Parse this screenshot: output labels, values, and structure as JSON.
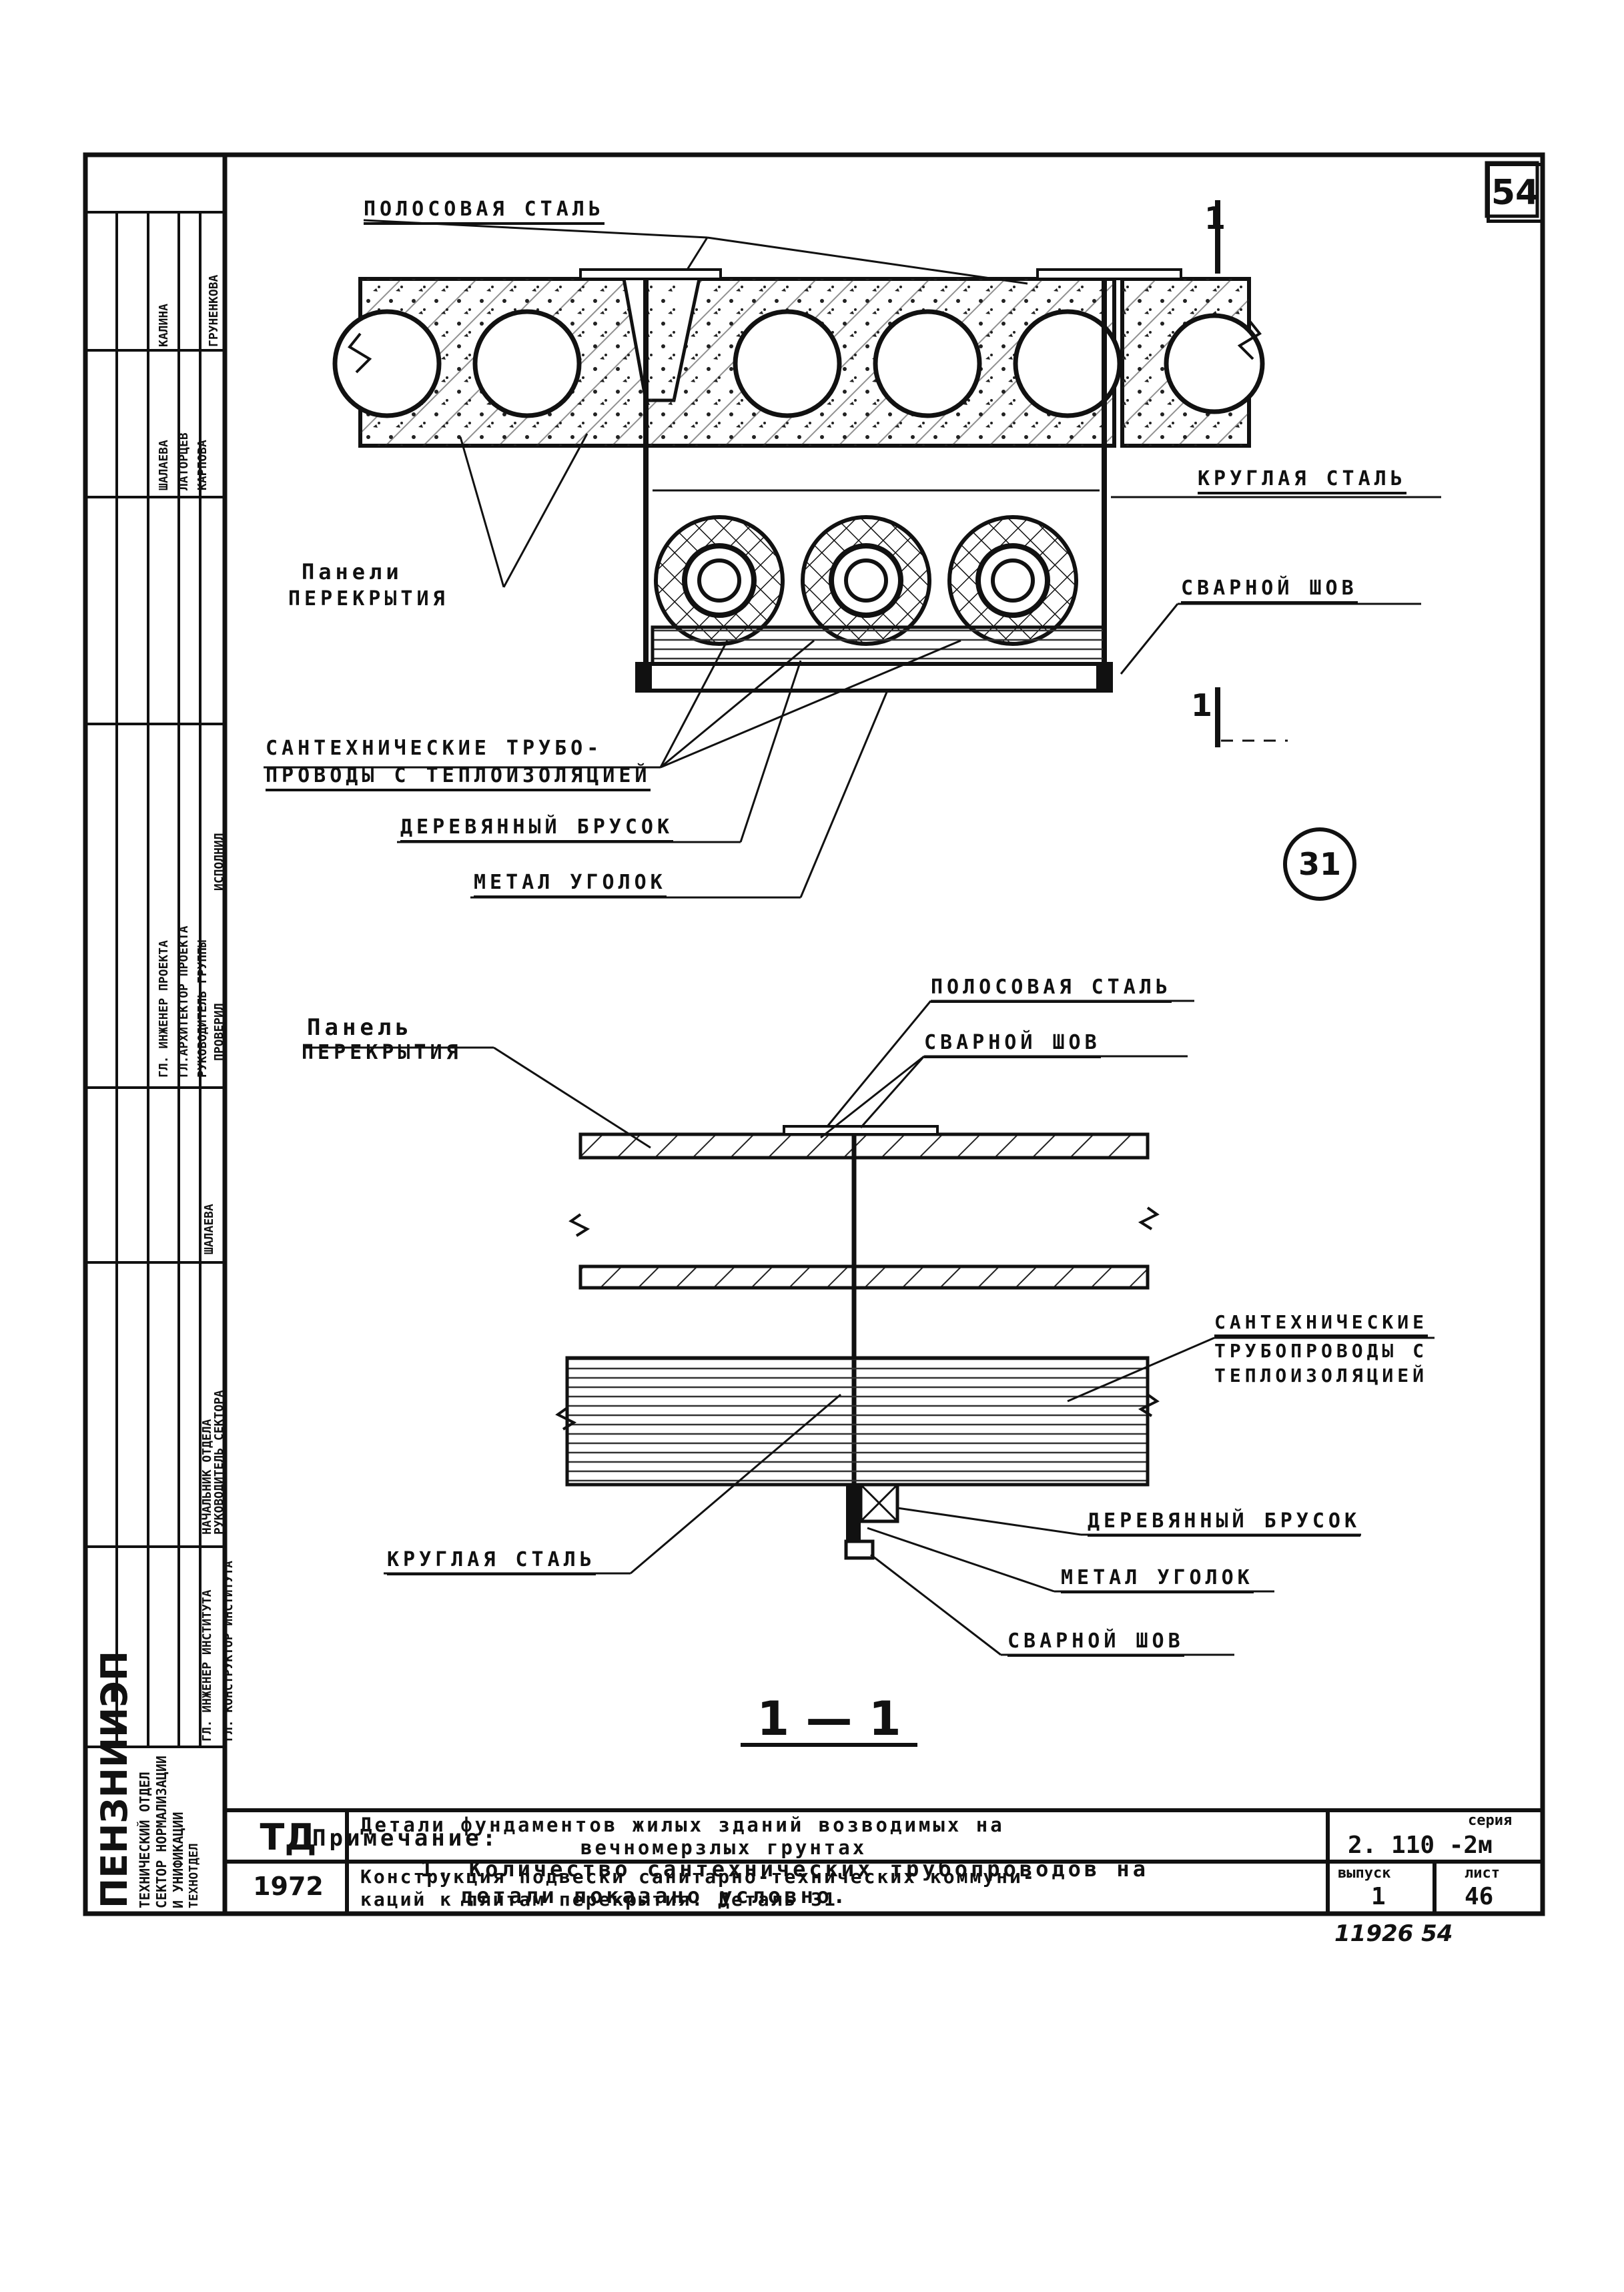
{
  "sheet_number": "54",
  "detail_callout": "31",
  "section_mark": "1",
  "section_title": "1 — 1",
  "top_view": {
    "label_flat_steel": "ПОЛОСОВАЯ СТАЛЬ",
    "label_round_steel": "КРУГЛАЯ СТАЛЬ",
    "label_panel_line1": "Панели",
    "label_panel_line2": "ПЕРЕКРЫТИЯ",
    "label_weld": "СВАРНОЙ ШОВ",
    "label_pipes_line1": "САНТЕХНИЧЕСКИЕ ТРУБО-",
    "label_pipes_line2": "ПРОВОДЫ С ТЕПЛОИЗОЛЯЦИЕЙ",
    "label_wood_bar": "ДЕРЕВЯННЫЙ БРУСОК",
    "label_angle": "МЕТАЛ УГОЛОК"
  },
  "section_view": {
    "label_panel_line1": "Панель",
    "label_panel_line2": "ПЕРЕКРЫТИЯ",
    "label_flat_steel": "ПОЛОСОВАЯ СТАЛЬ",
    "label_weld_top": "СВАРНОЙ ШОВ",
    "label_pipes_line1": "САНТЕХНИЧЕСКИЕ",
    "label_pipes_line2": "ТРУБОПРОВОДЫ С",
    "label_pipes_line3": "ТЕПЛОИЗОЛЯЦИЕЙ",
    "label_wood_bar": "ДЕРЕВЯННЫЙ БРУСОК",
    "label_angle": "МЕТАЛ УГОЛОК",
    "label_weld_bottom": "СВАРНОЙ ШОВ",
    "label_round_steel": "КРУГЛАЯ СТАЛЬ"
  },
  "notes": {
    "heading": "Примечание:",
    "line1": "1. Количество сантехнических трубопроводов на",
    "line2": "детали показано условно."
  },
  "title_block": {
    "code": "ТД",
    "year": "1972",
    "title_line1": "Детали фундаментов жилых зданий возводимых на",
    "title_line2": "вечномерзлых грунтах",
    "subtitle_line1": "Конструкция подвески санитарно-технических коммуни-",
    "subtitle_line2": "каций к плитам перекрытия.   Деталь 31",
    "series_label": "серия",
    "series_value": "2. 110 -2м",
    "issue_label": "выпуск",
    "issue_value": "1",
    "sheet_label": "лист",
    "sheet_value": "46",
    "stamp_number": "11926  54"
  },
  "side_stamp": {
    "org_main": "ПЕНЗНИИЭП",
    "org_sub1": "ТЕХНИЧЕСКИЙ ОТДЕЛ",
    "org_sub2": "СЕКТОР НОРМАЛИЗАЦИИ",
    "org_sub3": "И УНИФИКАЦИИ",
    "org_sub4": "ТЕХНОТДЕЛ",
    "role1": "ГЛ. ИНЖЕНЕР ИНСТИТУТА",
    "role2": "ГЛ. КОНСТРУКТОР ИНСТИТУТА",
    "role3": "НАЧАЛЬНИК ОТДЕЛА",
    "role4": "РУКОВОДИТЕЛЬ СЕКТОРА",
    "role5": "ГЛ. ИНЖЕНЕР ПРОЕКТА",
    "role6": "ГЛ.АРХИТЕКТОР ПРОЕКТА",
    "role7": "РУКОВОДИТЕЛЬ ГРУППЫ",
    "role8": "ИСПОЛНИЛ",
    "role9": "ПРОВЕРИЛ",
    "name1": "ШАЛАЕВА",
    "name2": "ШАЛАЕВА",
    "name3": "ЛАТОРЦЕВ",
    "name4": "КАРПОВА",
    "name5": "ГРУНЕНКОВА",
    "name6": "КАЛИНА"
  }
}
